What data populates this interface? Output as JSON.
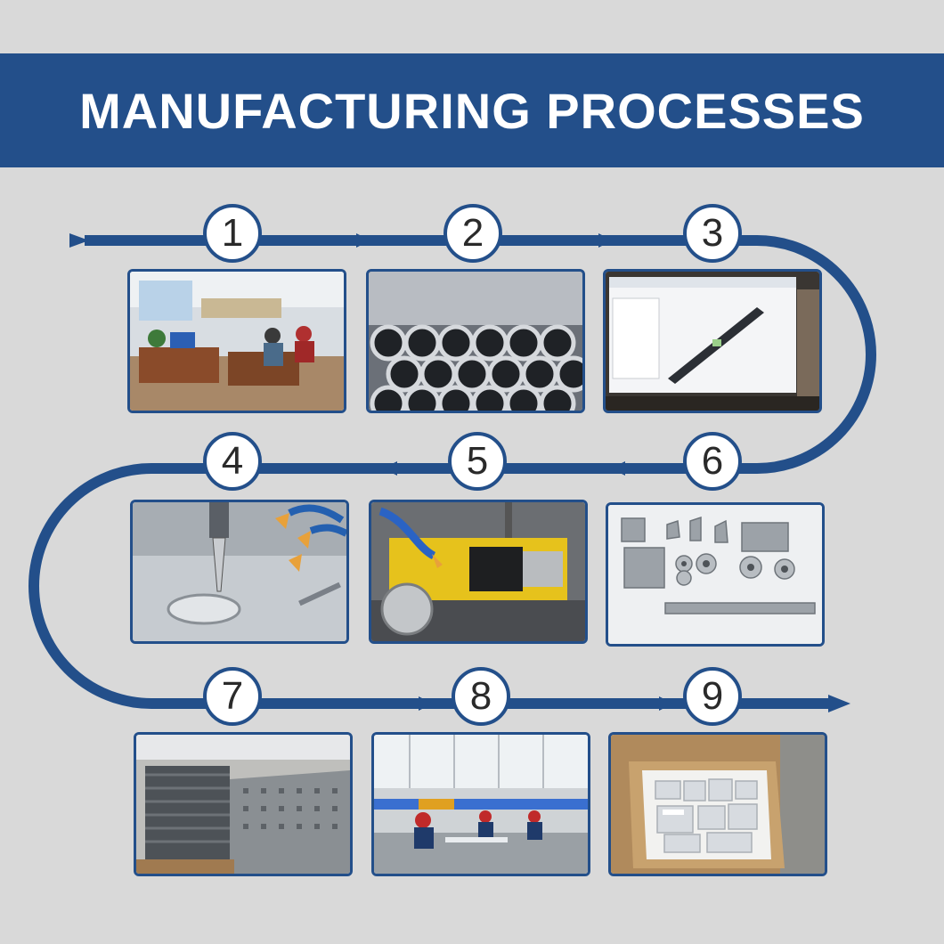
{
  "title": "MANUFACTURING PROCESSES",
  "colors": {
    "banner": "#234f8a",
    "background": "#d9d9d9",
    "badge_border": "#234f8a"
  },
  "steps": [
    {
      "number": "1",
      "photo": "office-staff"
    },
    {
      "number": "2",
      "photo": "steel-tubes"
    },
    {
      "number": "3",
      "photo": "cad-design-screen"
    },
    {
      "number": "4",
      "photo": "cnc-milling"
    },
    {
      "number": "5",
      "photo": "cnc-lathe"
    },
    {
      "number": "6",
      "photo": "machined-parts"
    },
    {
      "number": "7",
      "photo": "sheet-metal-stock"
    },
    {
      "number": "8",
      "photo": "assembly-workshop"
    },
    {
      "number": "9",
      "photo": "packaged-box"
    }
  ]
}
